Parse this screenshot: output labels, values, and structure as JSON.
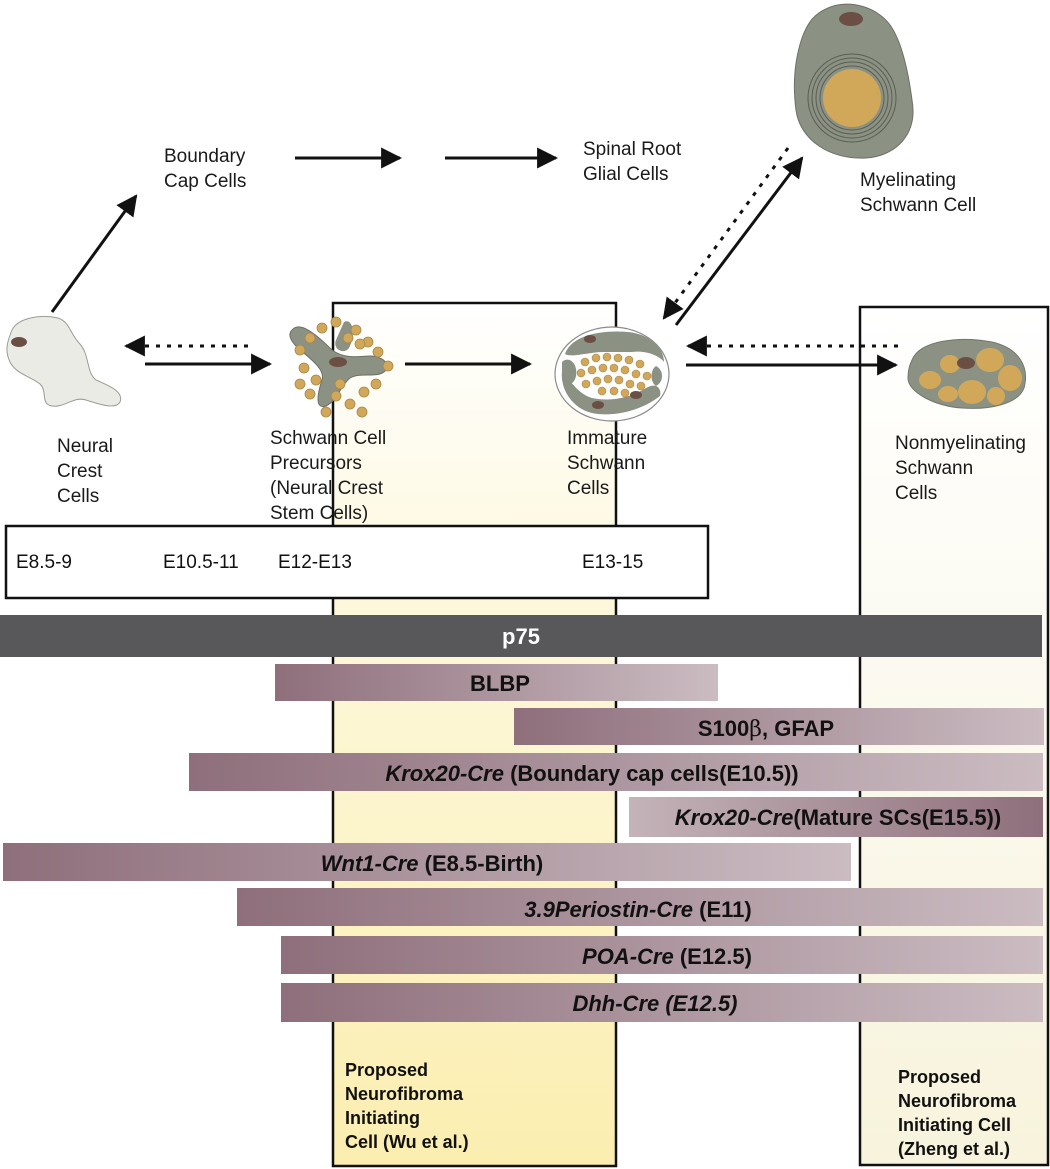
{
  "cells": {
    "boundary_cap": [
      "Boundary",
      "Cap Cells"
    ],
    "spinal_root": [
      "Spinal Root",
      "Glial Cells"
    ],
    "myelinating": [
      "Myelinating",
      "Schwann Cell"
    ],
    "neural_crest": [
      "Neural",
      "Crest",
      "Cells"
    ],
    "precursors": [
      "Schwann Cell",
      "Precursors",
      "(Neural Crest",
      "Stem Cells)"
    ],
    "immature": [
      "Immature",
      "Schwann",
      "Cells"
    ],
    "nonmyelinating": [
      "Nonmyelinating",
      "Schwann",
      "Cells"
    ]
  },
  "timeline": {
    "t1": "E8.5-9",
    "t2": "E10.5-11",
    "t3": "E12-E13",
    "t4": "E13-15"
  },
  "bars": {
    "p75": "p75",
    "blbp": "BLBP",
    "s100_prefix": "S100",
    "s100_beta": "β",
    "s100_suffix": ", GFAP",
    "krox20_a_italic": "Krox20-Cre",
    "krox20_a_rest": " (Boundary cap cells(E10.5))",
    "krox20_b_italic": "Krox20-Cre",
    "krox20_b_rest": "(Mature SCs(E15.5))",
    "wnt1_italic": "Wnt1-Cre",
    "wnt1_rest": " (E8.5-Birth)",
    "periostin_italic": "3.9Periostin-Cre",
    "periostin_rest": " (E11)",
    "poa_italic": "POA-Cre",
    "poa_rest": " (E12.5)",
    "dhh_italic": "Dhh-Cre (E12.5)"
  },
  "proposed": {
    "wu": [
      "Proposed",
      "Neurofibroma",
      "Initiating",
      "Cell (Wu et al.)"
    ],
    "zheng": [
      "Proposed",
      "Neurofibroma",
      "Initiating Cell",
      "(Zheng et al.)"
    ]
  },
  "colors": {
    "p75_bar": "#58585a",
    "gradient_dark": "#8e6f7b",
    "gradient_light": "#c9b9bf",
    "cell_body": "#8b9183",
    "cell_axon": "#d1a85a",
    "nucleus": "#6b4f45",
    "highlight_yellow": "#fdf4c4"
  }
}
